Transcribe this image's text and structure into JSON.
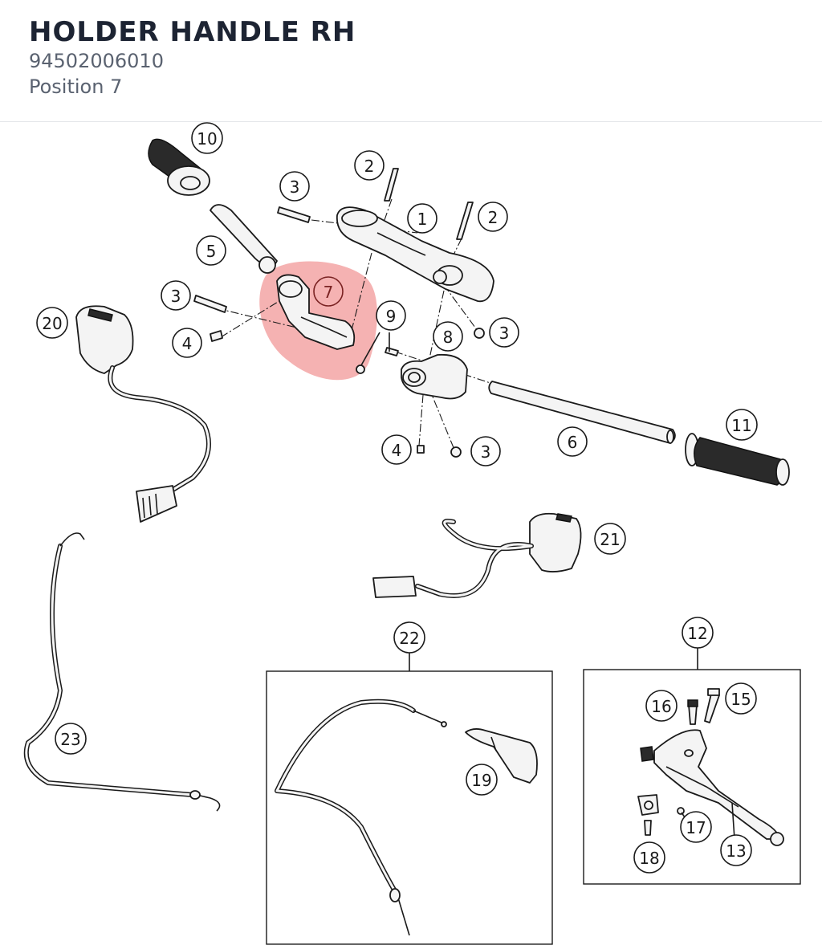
{
  "header": {
    "title": "HOLDER HANDLE RH",
    "part_number": "94502006010",
    "position_label": "Position 7"
  },
  "diagram": {
    "highlight_color": "#f3a5a5",
    "highlighted_callout": "7",
    "callouts": [
      {
        "id": "c10",
        "label": "10"
      },
      {
        "id": "c2a",
        "label": "2"
      },
      {
        "id": "c3a",
        "label": "3"
      },
      {
        "id": "c1",
        "label": "1"
      },
      {
        "id": "c2b",
        "label": "2"
      },
      {
        "id": "c5",
        "label": "5"
      },
      {
        "id": "c7",
        "label": "7"
      },
      {
        "id": "c3b",
        "label": "3"
      },
      {
        "id": "c20",
        "label": "20"
      },
      {
        "id": "c4a",
        "label": "4"
      },
      {
        "id": "c9",
        "label": "9"
      },
      {
        "id": "c8",
        "label": "8"
      },
      {
        "id": "c3c",
        "label": "3"
      },
      {
        "id": "c11",
        "label": "11"
      },
      {
        "id": "c6",
        "label": "6"
      },
      {
        "id": "c4b",
        "label": "4"
      },
      {
        "id": "c3d",
        "label": "3"
      },
      {
        "id": "c21",
        "label": "21"
      },
      {
        "id": "c22",
        "label": "22"
      },
      {
        "id": "c12",
        "label": "12"
      },
      {
        "id": "c16",
        "label": "16"
      },
      {
        "id": "c15",
        "label": "15"
      },
      {
        "id": "c23",
        "label": "23"
      },
      {
        "id": "c19",
        "label": "19"
      },
      {
        "id": "c17",
        "label": "17"
      },
      {
        "id": "c13",
        "label": "13"
      },
      {
        "id": "c18",
        "label": "18"
      }
    ]
  }
}
